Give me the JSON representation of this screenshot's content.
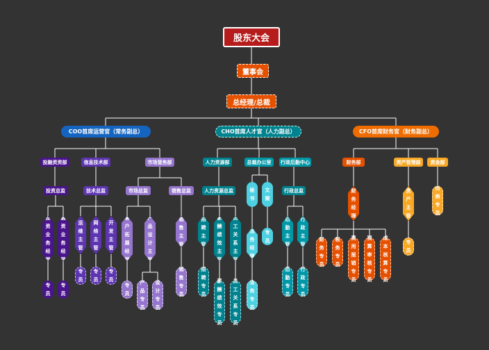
{
  "colors": {
    "background": "#333333",
    "root_red": "#b71c1c",
    "exec_orange": "#e65100",
    "coo_blue": "#1565c0",
    "cho_teal": "#00838f",
    "cfo_orange": "#ef6c00",
    "purple": "#7e57c2",
    "deep_purple": "#4a148c",
    "line": "#ffffff"
  },
  "top": {
    "shareholders": "股东大会",
    "board": "董事会",
    "ceo": "总经理/总裁"
  },
  "executives": {
    "coo": "COO首席运营官（常务副总）",
    "cho": "CHO首席人才官（人力副总）",
    "cfo": "CFO首席财务官（财务副总）"
  },
  "coo": {
    "departments": [
      "投融资资部",
      "信息技术部",
      "市场营务部"
    ],
    "invest_head": "投资总监",
    "invest_managers": [
      "投资业务经理",
      "融资业务经理"
    ],
    "invest_staff": [
      "专员",
      "专员"
    ],
    "tech_head": "技术总监",
    "tech_managers": [
      "运维主管",
      "网络主管",
      "开发主管"
    ],
    "tech_staff": [
      "专员",
      "专员",
      "专员"
    ],
    "market_heads": [
      "市场总监",
      "销售总监"
    ],
    "market_managers": [
      "客户拓展经理",
      "产品设计主管",
      "销售主管"
    ],
    "market_staff": [
      "专员",
      "产品专员",
      "设计专员",
      "销售专员"
    ]
  },
  "cho": {
    "departments": [
      "人力资源部",
      "总裁办公室",
      "行政后勤中心"
    ],
    "hr_head": "人力资源总监",
    "hr_managers": [
      "招聘主管",
      "薪酬绩效主管",
      "员工关系主管"
    ],
    "hr_staff": [
      "招聘专员",
      "薪酬绩效专员",
      "员工关系专员"
    ],
    "office_managers": [
      "秘书",
      "文案"
    ],
    "office_sub": [
      "法务经理",
      "专员"
    ],
    "office_staff": [
      "法务专员"
    ],
    "admin_head": "行政总监",
    "admin_managers": [
      "后勤主管",
      "行政主管"
    ],
    "admin_staff": [
      "后勤专员",
      "行政专员"
    ]
  },
  "cfo": {
    "departments": [
      "财务部",
      "资产管理部",
      "资金部"
    ],
    "finance_manager": "财务经理",
    "finance_staff": [
      "财务专员",
      "税务专员",
      "费用报销专员",
      "预算审核专员",
      "成本核算专员"
    ],
    "asset_manager": "资产主管",
    "asset_staff": [
      "专员"
    ],
    "fund_staff": [
      "出纳专员"
    ]
  }
}
